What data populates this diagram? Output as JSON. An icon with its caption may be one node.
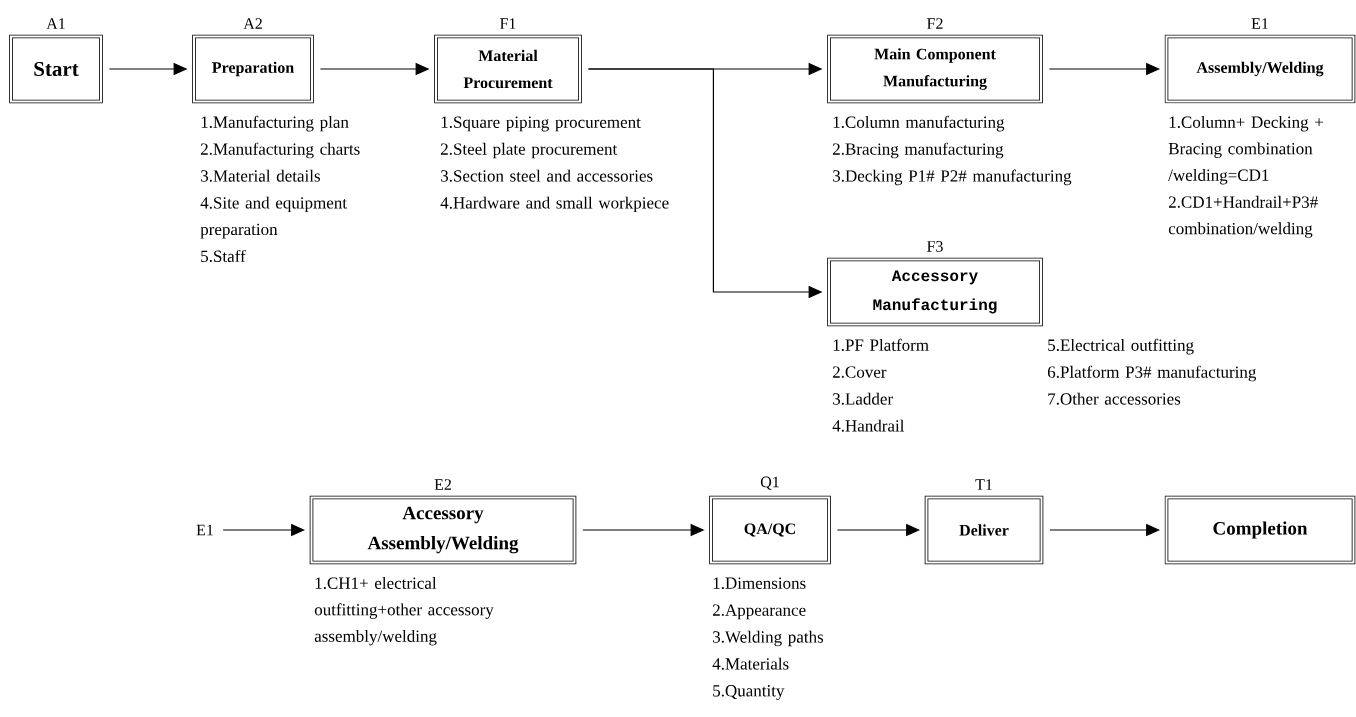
{
  "diagram": {
    "nodes": [
      {
        "text": [
          "A1",
          "Start"
        ]
      },
      {
        "text": [
          "A2",
          "Preparation"
        ],
        "beside": [
          "1.Manufacturing plan",
          "2.Manufacturing charts",
          "3.Material details",
          "4.Site and equipment preparation",
          "5.Staff"
        ]
      },
      {
        "text": [
          "F1",
          "Material Procurement"
        ],
        "beside": [
          "1.Square piping procurement",
          "2.Steel plate procurement",
          "3.Section steel and accessories",
          "4.Hardware and small workpiece"
        ]
      },
      {
        "text": [
          "F2",
          "Main Component Manufacturing"
        ],
        "beside": [
          "1.Column manufacturing",
          "2.Bracing manufacturing",
          "3.Decking P1# P2# manufacturing"
        ]
      },
      {
        "text": [
          "E1",
          "Assembly/Welding"
        ],
        "beside": [
          "1.Column+ Decking + Bracing combination /welding=CD1",
          "2.CD1+Handrail+P3# combination/welding"
        ]
      },
      {
        "text": [
          "F3",
          "Accessory Manufacturing"
        ],
        "beside": [
          "1.PF Platform",
          "2.Cover",
          "3.Ladder",
          "4.Handrail",
          "5.Electrical outfitting",
          "6.Platform P3# manufacturing",
          "7.Other accessories"
        ]
      },
      {
        "text": [
          "E1"
        ]
      },
      {
        "text": [
          "E2",
          "Accessory Assembly/Welding"
        ],
        "beside": [
          "1.CH1+ electrical outfitting+other accessory assembly/welding"
        ]
      },
      {
        "text": [
          "Q1",
          "QA/QC"
        ],
        "beside": [
          "1.Dimensions",
          "2.Appearance",
          "3.Welding paths",
          "4.Materials",
          "5.Quantity"
        ]
      },
      {
        "text": [
          "T1",
          "Deliver"
        ]
      },
      {
        "text": [
          "Completion"
        ]
      }
    ],
    "edges": [
      {
        "from": 0,
        "to": 1,
        "arrow": "to"
      },
      {
        "from": 1,
        "to": 2,
        "arrow": "to"
      },
      {
        "from": 2,
        "to": 3,
        "arrow": "to"
      },
      {
        "from": 2,
        "to": 5,
        "arrow": "to"
      },
      {
        "from": 3,
        "to": 4,
        "arrow": "to"
      },
      {
        "from": 6,
        "to": 7,
        "arrow": "to"
      },
      {
        "from": 7,
        "to": 8,
        "arrow": "to"
      },
      {
        "from": 8,
        "to": 9,
        "arrow": "to"
      },
      {
        "from": 9,
        "to": 10,
        "arrow": "to"
      }
    ]
  }
}
